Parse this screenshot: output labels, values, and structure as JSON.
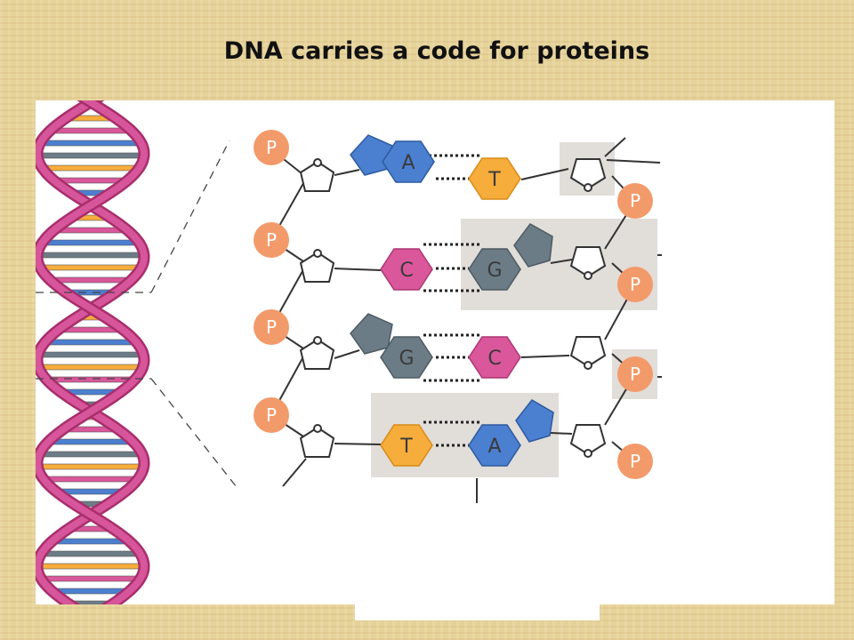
{
  "title": "DNA carries a code for proteins",
  "colors": {
    "phosphate": "#f39a6a",
    "adenine": "#4b7fd0",
    "thymine": "#f6ad3c",
    "cytosine": "#d9579a",
    "guanine": "#6c7c86",
    "highlight": "#e1ddd9",
    "backbone": "#d7559a"
  },
  "labels": {
    "phosphate": "P",
    "adenine": "A",
    "thymine": "T",
    "cytosine": "C",
    "guanine": "G"
  },
  "base_pairs": [
    {
      "left": "A",
      "right": "T"
    },
    {
      "left": "C",
      "right": "G"
    },
    {
      "left": "G",
      "right": "C"
    },
    {
      "left": "T",
      "right": "A"
    }
  ]
}
